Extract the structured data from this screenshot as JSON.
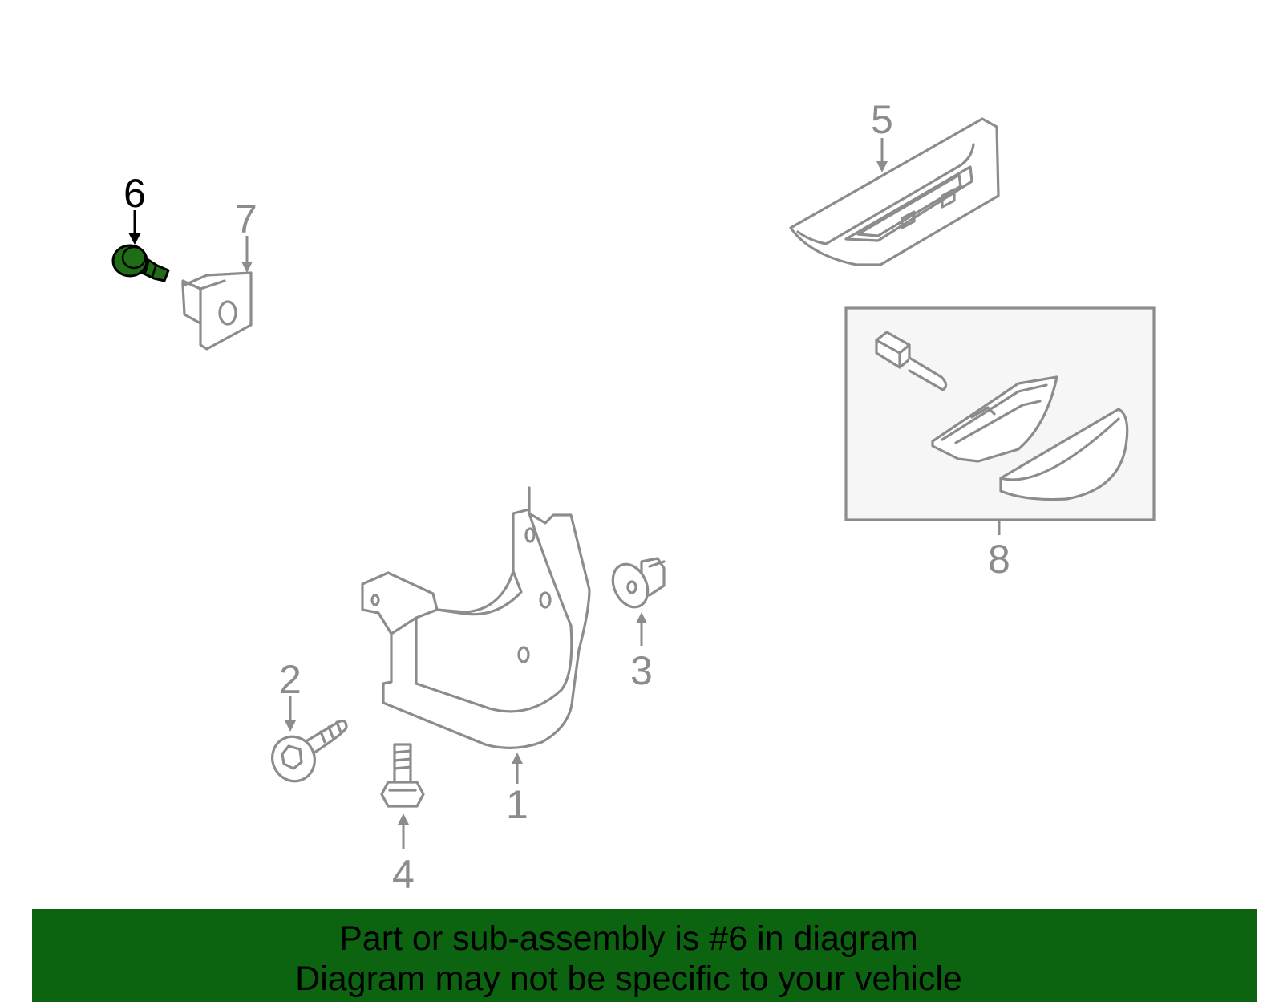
{
  "diagram": {
    "callouts": [
      "1",
      "2",
      "3",
      "4",
      "5",
      "6",
      "7",
      "8"
    ],
    "highlighted_callout": "6",
    "colors": {
      "part_outline": "#8c8c8c",
      "highlight_fill": "#1f6e16",
      "banner_background": "#0c6410",
      "kit_box_fill": "#f6f6f6"
    }
  },
  "banner": {
    "line1": "Part or sub-assembly is #6 in diagram",
    "line2": "Diagram may not be specific to your vehicle"
  }
}
